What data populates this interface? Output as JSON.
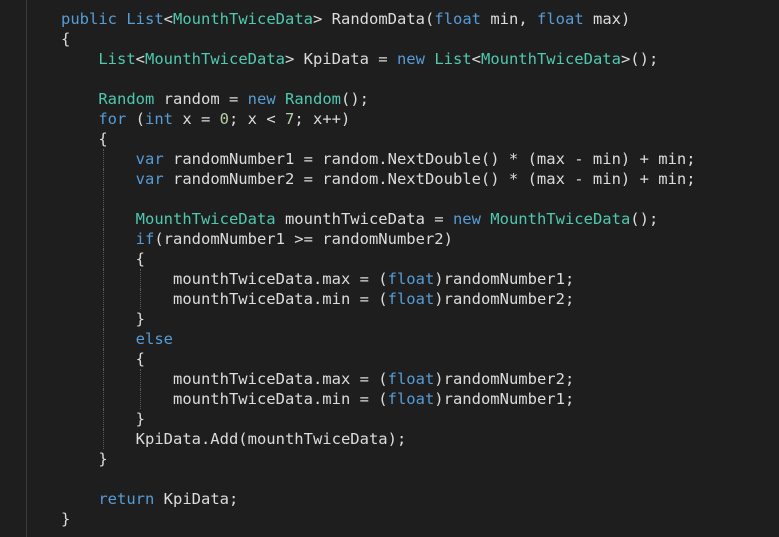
{
  "editor": {
    "colors": {
      "background": "#1e1e1e",
      "keyword": "#569cd6",
      "type": "#4ec9b0",
      "number": "#b5cea8",
      "plain": "#dcdcdc"
    },
    "lines": [
      {
        "indent": 0,
        "tokens": [
          {
            "c": "k",
            "v": "public"
          },
          {
            "c": "p",
            "v": " "
          },
          {
            "c": "k",
            "v": "List"
          },
          {
            "c": "p",
            "v": "<"
          },
          {
            "c": "t",
            "v": "MounthTwiceData"
          },
          {
            "c": "p",
            "v": "> RandomData("
          },
          {
            "c": "k",
            "v": "float"
          },
          {
            "c": "p",
            "v": " min, "
          },
          {
            "c": "k",
            "v": "float"
          },
          {
            "c": "p",
            "v": " max)"
          }
        ]
      },
      {
        "indent": 0,
        "tokens": [
          {
            "c": "p",
            "v": "{"
          }
        ]
      },
      {
        "indent": 1,
        "tokens": [
          {
            "c": "t",
            "v": "List"
          },
          {
            "c": "p",
            "v": "<"
          },
          {
            "c": "t",
            "v": "MounthTwiceData"
          },
          {
            "c": "p",
            "v": "> KpiData = "
          },
          {
            "c": "k",
            "v": "new"
          },
          {
            "c": "p",
            "v": " "
          },
          {
            "c": "t",
            "v": "List"
          },
          {
            "c": "p",
            "v": "<"
          },
          {
            "c": "t",
            "v": "MounthTwiceData"
          },
          {
            "c": "p",
            "v": ">();"
          }
        ]
      },
      {
        "indent": 1,
        "tokens": []
      },
      {
        "indent": 1,
        "tokens": [
          {
            "c": "t",
            "v": "Random"
          },
          {
            "c": "p",
            "v": " random = "
          },
          {
            "c": "k",
            "v": "new"
          },
          {
            "c": "p",
            "v": " "
          },
          {
            "c": "t",
            "v": "Random"
          },
          {
            "c": "p",
            "v": "();"
          }
        ]
      },
      {
        "indent": 1,
        "tokens": [
          {
            "c": "k",
            "v": "for"
          },
          {
            "c": "p",
            "v": " ("
          },
          {
            "c": "k",
            "v": "int"
          },
          {
            "c": "p",
            "v": " x = "
          },
          {
            "c": "n",
            "v": "0"
          },
          {
            "c": "p",
            "v": "; x < "
          },
          {
            "c": "n",
            "v": "7"
          },
          {
            "c": "p",
            "v": "; x++)"
          }
        ]
      },
      {
        "indent": 1,
        "tokens": [
          {
            "c": "p",
            "v": "{"
          }
        ]
      },
      {
        "indent": 2,
        "tokens": [
          {
            "c": "k",
            "v": "var"
          },
          {
            "c": "p",
            "v": " randomNumber1 = random.NextDouble() * (max - min) + min;"
          }
        ]
      },
      {
        "indent": 2,
        "tokens": [
          {
            "c": "k",
            "v": "var"
          },
          {
            "c": "p",
            "v": " randomNumber2 = random.NextDouble() * (max - min) + min;"
          }
        ]
      },
      {
        "indent": 2,
        "tokens": []
      },
      {
        "indent": 2,
        "tokens": [
          {
            "c": "t",
            "v": "MounthTwiceData"
          },
          {
            "c": "p",
            "v": " mounthTwiceData = "
          },
          {
            "c": "k",
            "v": "new"
          },
          {
            "c": "p",
            "v": " "
          },
          {
            "c": "t",
            "v": "MounthTwiceData"
          },
          {
            "c": "p",
            "v": "();"
          }
        ]
      },
      {
        "indent": 2,
        "tokens": [
          {
            "c": "k",
            "v": "if"
          },
          {
            "c": "p",
            "v": "(randomNumber1 >= randomNumber2)"
          }
        ]
      },
      {
        "indent": 2,
        "tokens": [
          {
            "c": "p",
            "v": "{"
          }
        ]
      },
      {
        "indent": 3,
        "tokens": [
          {
            "c": "p",
            "v": "mounthTwiceData.max = ("
          },
          {
            "c": "k",
            "v": "float"
          },
          {
            "c": "p",
            "v": ")randomNumber1;"
          }
        ]
      },
      {
        "indent": 3,
        "tokens": [
          {
            "c": "p",
            "v": "mounthTwiceData.min = ("
          },
          {
            "c": "k",
            "v": "float"
          },
          {
            "c": "p",
            "v": ")randomNumber2;"
          }
        ]
      },
      {
        "indent": 2,
        "tokens": [
          {
            "c": "p",
            "v": "}"
          }
        ]
      },
      {
        "indent": 2,
        "tokens": [
          {
            "c": "k",
            "v": "else"
          }
        ]
      },
      {
        "indent": 2,
        "tokens": [
          {
            "c": "p",
            "v": "{"
          }
        ]
      },
      {
        "indent": 3,
        "tokens": [
          {
            "c": "p",
            "v": "mounthTwiceData.max = ("
          },
          {
            "c": "k",
            "v": "float"
          },
          {
            "c": "p",
            "v": ")randomNumber2;"
          }
        ]
      },
      {
        "indent": 3,
        "tokens": [
          {
            "c": "p",
            "v": "mounthTwiceData.min = ("
          },
          {
            "c": "k",
            "v": "float"
          },
          {
            "c": "p",
            "v": ")randomNumber1;"
          }
        ]
      },
      {
        "indent": 2,
        "tokens": [
          {
            "c": "p",
            "v": "}"
          }
        ]
      },
      {
        "indent": 2,
        "tokens": [
          {
            "c": "p",
            "v": "KpiData.Add(mounthTwiceData);"
          }
        ]
      },
      {
        "indent": 1,
        "tokens": [
          {
            "c": "p",
            "v": "}"
          }
        ]
      },
      {
        "indent": 1,
        "tokens": []
      },
      {
        "indent": 1,
        "tokens": [
          {
            "c": "k",
            "v": "return"
          },
          {
            "c": "p",
            "v": " KpiData;"
          }
        ]
      },
      {
        "indent": 0,
        "tokens": [
          {
            "c": "p",
            "v": "}"
          }
        ]
      }
    ]
  }
}
